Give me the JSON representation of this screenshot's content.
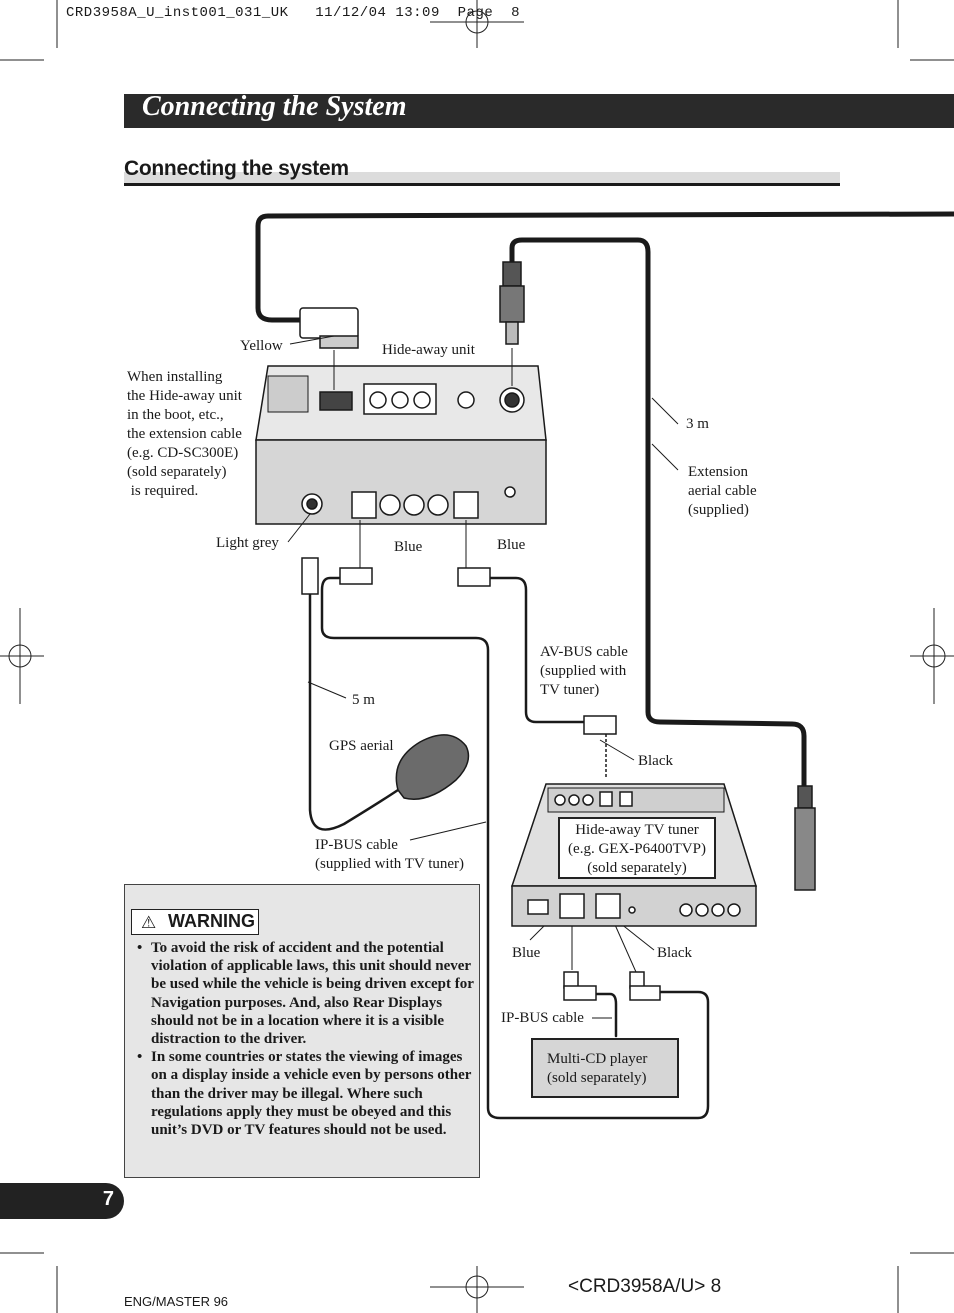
{
  "header": {
    "print_line": "CRD3958A_U_inst001_031_UK   11/12/04 13:09  Page  8"
  },
  "chapter_title": "Connecting the System",
  "section_title": "Connecting the system",
  "diagram": {
    "labels": {
      "yellow": "Yellow",
      "hide_away_unit": "Hide-away unit",
      "install_note": "When installing\nthe Hide-away unit\nin the boot, etc.,\nthe extension cable\n(e.g. CD-SC300E)\n(sold separately)\n is required.",
      "three_m": "3 m",
      "extension_aerial": "Extension\naerial cable\n(supplied)",
      "light_grey": "Light grey",
      "blue_1": "Blue",
      "blue_2": "Blue",
      "av_bus": "AV-BUS cable\n(supplied with\nTV tuner)",
      "five_m": "5 m",
      "gps_aerial": "GPS aerial",
      "black_1": "Black",
      "tv_tuner": "Hide-away TV tuner\n(e.g. GEX-P6400TVP)\n(sold separately)",
      "ip_bus_supplied": "IP-BUS cable\n(supplied with TV tuner)",
      "blue_3": "Blue",
      "black_2": "Black",
      "ip_bus": "IP-BUS cable",
      "multi_cd": "Multi-CD player\n(sold separately)"
    }
  },
  "warning": {
    "badge": "WARNING",
    "items": [
      "To avoid the risk of accident and the potential violation of applicable laws, this unit should never be used while the vehicle is being driven except for Navigation purposes. And, also Rear Displays should not be in a location where it is a visible distraction to the driver.",
      "In some countries or states the viewing of images on a display inside a vehicle even by persons other than the driver may be illegal. Where such regulations apply they must be obeyed and this unit’s DVD or TV features should not be used."
    ]
  },
  "page_number": "7",
  "footer": {
    "left": "ENG/MASTER 96",
    "right": "<CRD3958A/U> 8"
  }
}
